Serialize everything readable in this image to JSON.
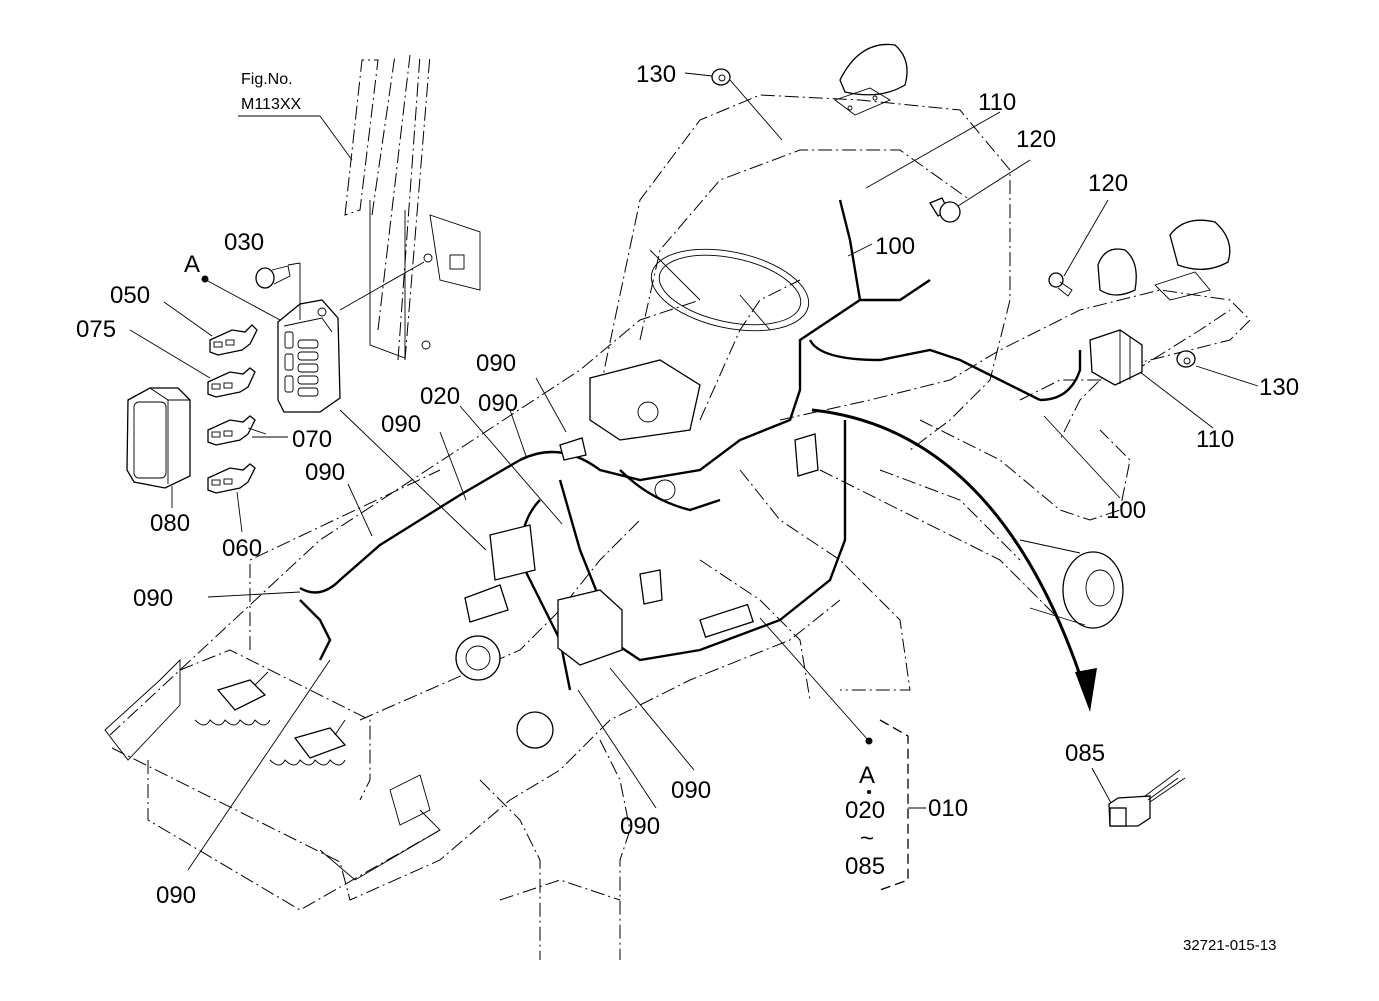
{
  "figure": {
    "fig_label": "Fig.No.",
    "fig_number": "M113XX",
    "drawing_ref": "32721-015-13"
  },
  "callouts": {
    "c010": "010",
    "c020_fuse": "020",
    "c030": "030",
    "c050": "050",
    "c060": "060",
    "c070": "070",
    "c075": "075",
    "c080": "080",
    "c085": "085",
    "c090_a": "090",
    "c090_b": "090",
    "c090_c": "090",
    "c090_d": "090",
    "c090_e": "090",
    "c090_f": "090",
    "c090_g": "090",
    "c090_h": "090",
    "c100_top": "100",
    "c100_right": "100",
    "c110_top": "110",
    "c110_right": "110",
    "c120_top": "120",
    "c120_right": "120",
    "c130_top": "130",
    "c130_right": "130",
    "marker_a_fuse": "A",
    "marker_a_group": "A"
  },
  "group_bracket": {
    "start_marker": "A",
    "from": "020",
    "range_symbol": "~",
    "to": "085",
    "assembly": "010"
  }
}
